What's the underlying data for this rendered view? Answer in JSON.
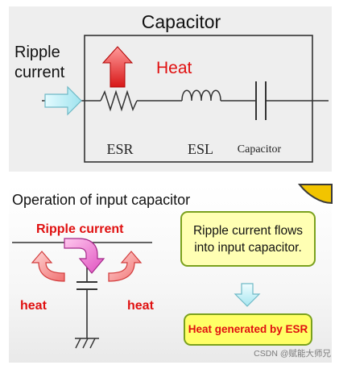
{
  "top_panel": {
    "title": "Capacitor",
    "ripple_label_line1": "Ripple",
    "ripple_label_line2": "current",
    "heat_label": "Heat",
    "components": [
      "ESR",
      "ESL",
      "Capacitor"
    ]
  },
  "bottom_panel": {
    "title": "Operation of input capacitor",
    "ripple_label": "Ripple current",
    "heat_left": "heat",
    "heat_right": "heat",
    "note_flow_line1": "Ripple current flows",
    "note_flow_line2": "into input capacitor.",
    "note_heat": "Heat generated by ESR"
  },
  "watermark": "CSDN @赋能大师兄",
  "colors": {
    "heat_red": "#e01010",
    "ripple_pink": "#e868c8",
    "cyan_arrow": "#a8ecf4",
    "note_fill": "#ffffb3",
    "note_heat_fill": "#ffff66",
    "note_border": "#7aa11d"
  }
}
